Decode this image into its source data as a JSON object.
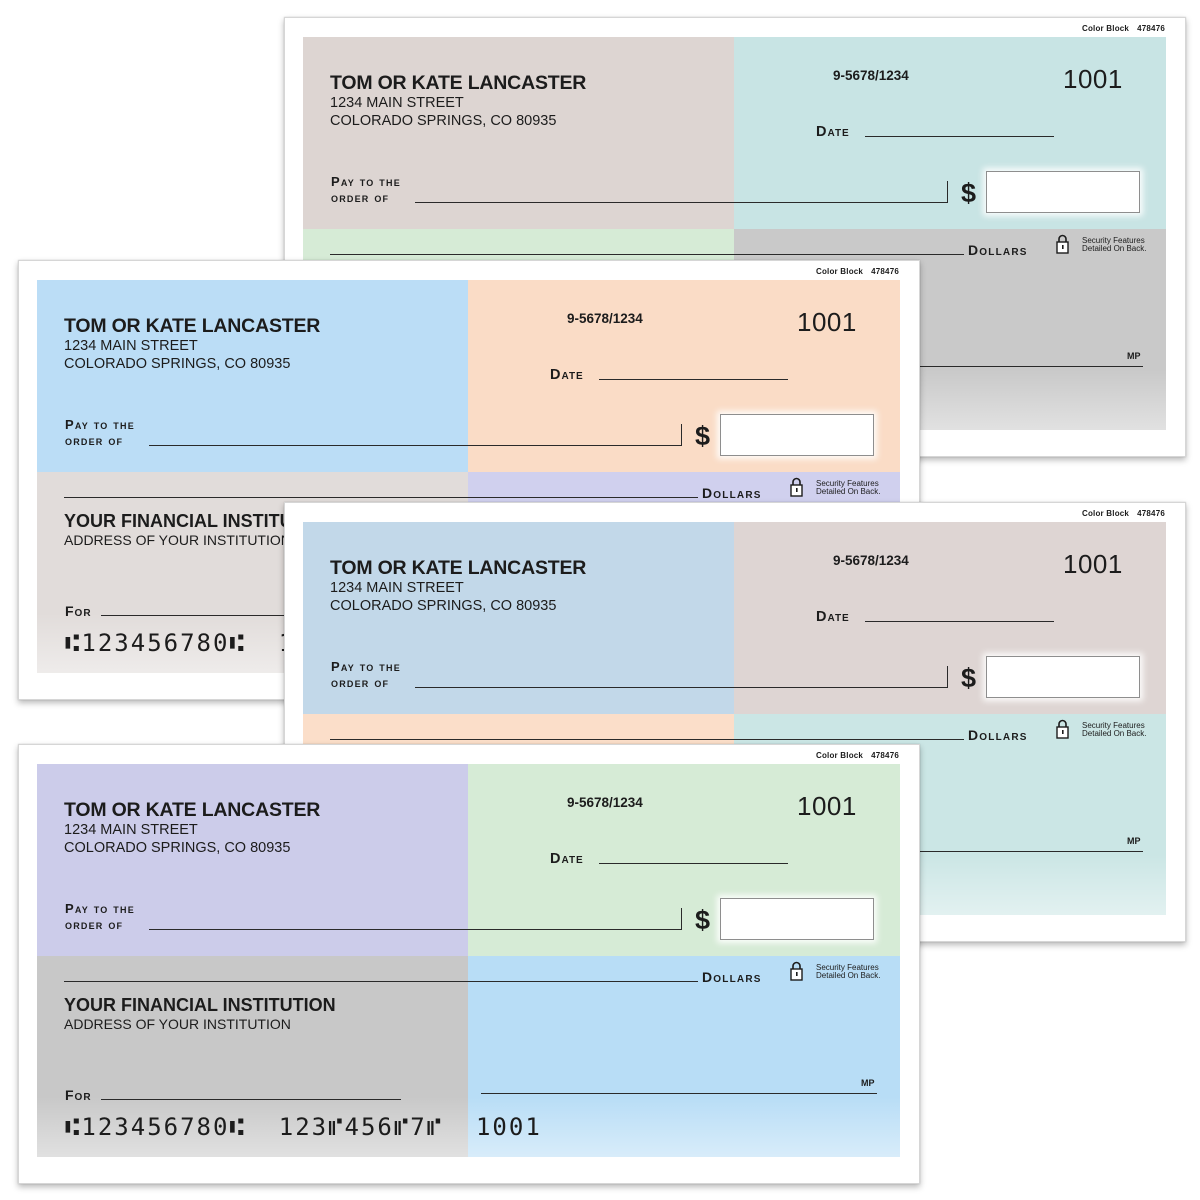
{
  "colors": {
    "check1": {
      "tl": "#ddd5d2",
      "tr": "#c8e4e4",
      "bl": "#d6ebd6",
      "br": "#c9c9c9"
    },
    "check2": {
      "tl": "#bbddf6",
      "tr": "#fadcc6",
      "bl": "#e1dcda",
      "br": "#d0d0ee"
    },
    "check3": {
      "tl": "#c2d8e9",
      "tr": "#ded5d3",
      "bl": "#fbdec9",
      "br": "#cbe6e5"
    },
    "check4": {
      "tl": "#ccccea",
      "tr": "#d6ebd6",
      "bl": "#c8c8c8",
      "br": "#b8ddf6"
    }
  },
  "check": {
    "style_name": "Color Block",
    "style_code": "478476",
    "owner_name": "TOM OR KATE LANCASTER",
    "address_line1": "1234 MAIN STREET",
    "address_line2": "COLORADO SPRINGS, CO 80935",
    "routing_fraction": "9-5678/1234",
    "check_number": "1001",
    "date_label": "Date",
    "pay_label_line1": "Pay to the",
    "pay_label_line2": "order of",
    "currency_symbol": "$",
    "dollars_label": "Dollars",
    "security_line1": "Security Features",
    "security_line2": "Detailed On Back.",
    "bank_name": "YOUR FINANCIAL INSTITUTION",
    "bank_address": "ADDRESS OF YOUR INSTITUTION",
    "memo_label": "For",
    "mp_mark": "MP",
    "micr_line": "⑆123456780⑆  123⑈456⑈7⑈  1001"
  }
}
